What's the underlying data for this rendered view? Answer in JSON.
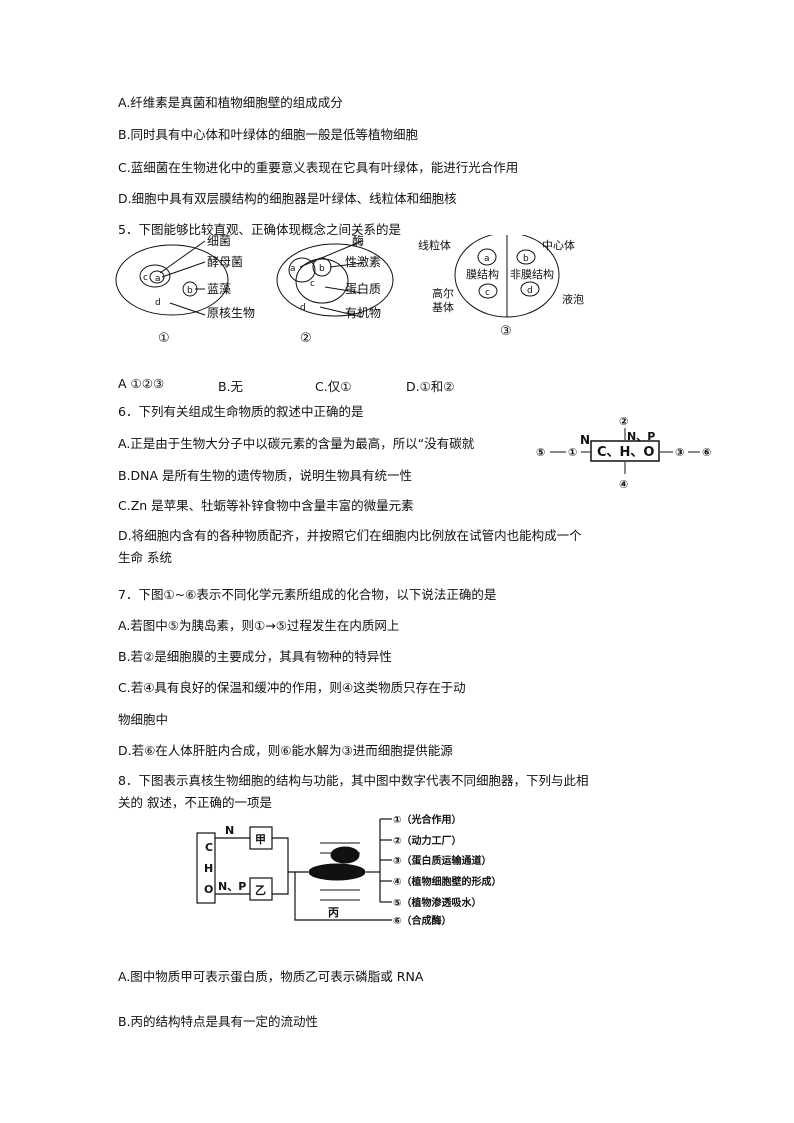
{
  "q4": {
    "a": "A.纤维素是真菌和植物细胞壁的组成成分",
    "b": "B.同时具有中心体和叶绿体的细胞一般是低等植物细胞",
    "c": "C.蓝细菌在生物进化中的重要意义表现在它具有叶绿体，能进行光合作用",
    "d": "D.细胞中具有双层膜结构的细胞器是叶绿体、线粒体和细胞核"
  },
  "q5": {
    "stem": "5．下图能够比较直观、正确体现概念之间关系的是",
    "fig1": {
      "labels": [
        "细菌",
        "酵母菌",
        "蓝藻",
        "原核生物"
      ],
      "letters": [
        "a",
        "b",
        "c",
        "d"
      ],
      "num": "①"
    },
    "fig2": {
      "labels": [
        "酶",
        "性激素",
        "蛋白质",
        "有机物"
      ],
      "letters": [
        "a",
        "b",
        "c",
        "d"
      ],
      "num": "②"
    },
    "fig3": {
      "labels": [
        "线粒体",
        "中心体",
        "膜结构",
        "非膜结构",
        "高尔",
        "基体",
        "液泡"
      ],
      "letters": [
        "a",
        "b",
        "c",
        "d"
      ],
      "num": "③"
    },
    "options": [
      "A  ①②③",
      "B.无",
      "C.仅①",
      "D.①和②"
    ]
  },
  "q6": {
    "stem": "6．下列有关组成生命物质的叙述中正确的是",
    "a": "A.正是由于生物大分子中以碳元素的含量为最高，所以“没有碳就",
    "b": "B.DNA 是所有生物的遗传物质，说明生物具有统一性",
    "c": "C.Zn 是苹果、牡蛎等补锌食物中含量丰富的微量元素",
    "d1": "D.将细胞内含有的各种物质配齐，并按照它们在细胞内比例放在试管内也能构成一个",
    "d2": "生命 系统"
  },
  "q7fig": {
    "center": "C、H、O",
    "n": "N",
    "np": "N、P",
    "nums": [
      "①",
      "②",
      "③",
      "④",
      "⑤",
      "⑥"
    ]
  },
  "q7": {
    "stem": "7．下图①~⑥表示不同化学元素所组成的化合物，以下说法正确的是",
    "a": "A.若图中⑤为胰岛素，则①→⑤过程发生在内质网上",
    "b": "B.若②是细胞膜的主要成分，其具有物种的特异性",
    "c1": "C.若④具有良好的保温和缓冲的作用，则④这类物质只存在于动",
    "c2": "物细胞中",
    "d": "D.若⑥在人体肝脏内合成，则⑥能水解为③进而细胞提供能源"
  },
  "q8": {
    "stem1": "8．下图表示真核生物细胞的结构与功能，其中图中数字代表不同细胞器，下列与此相",
    "stem2": "关的 叙述，不正确的一项是",
    "fig": {
      "cho": [
        "C",
        "H",
        "O"
      ],
      "n": "N",
      "np": "N、P",
      "jia": "甲",
      "yi": "乙",
      "bing": "丙",
      "outputs": [
        "①（光合作用）",
        "②（动力工厂）",
        "③（蛋白质运输通道）",
        "④（植物细胞壁的形成）",
        "⑤（植物渗透吸水）",
        "⑥（合成酶）"
      ]
    },
    "a": "A.图中物质甲可表示蛋白质，物质乙可表示磷脂或 RNA",
    "b": "B.丙的结构特点是具有一定的流动性"
  }
}
